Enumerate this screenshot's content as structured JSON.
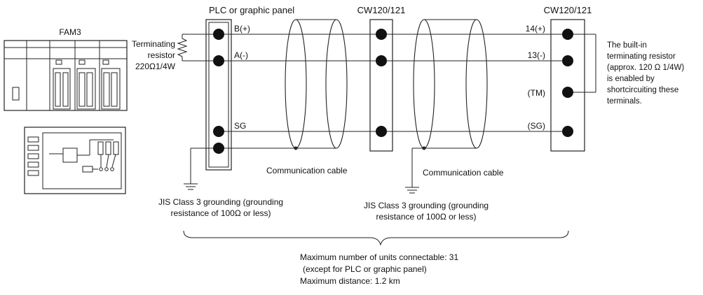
{
  "labels": {
    "fam3": "FAM3",
    "plc_panel": "PLC or graphic panel",
    "cw_mid": "CW120/121",
    "cw_right": "CW120/121",
    "term_resistor_l1": "Terminating",
    "term_resistor_l2": "resistor",
    "term_resistor_l3": "220Ω1/4W",
    "plc_b": "B(+)",
    "plc_a": "A(-)",
    "plc_sg": "SG",
    "cw_14": "14(+)",
    "cw_13": "13(-)",
    "cw_tm": "(TM)",
    "cw_sg": "(SG)",
    "builtin_l1": "The built-in",
    "builtin_l2": "terminating resistor",
    "builtin_l3": "(approx. 120 Ω 1/4W)",
    "builtin_l4": "is enabled by",
    "builtin_l5": "shortcircuiting these",
    "builtin_l6": "terminals.",
    "cable1": "Communication cable",
    "cable2": "Communication cable",
    "ground1_l1": "JIS Class 3 grounding (grounding",
    "ground1_l2": "resistance of 100Ω or less)",
    "ground2_l1": "JIS Class 3 grounding (grounding",
    "ground2_l2": "resistance of 100Ω or less)",
    "max_units": "Maximum number of units connectable: 31",
    "except": "(except for PLC or graphic panel)",
    "max_dist": "Maximum distance: 1.2 km"
  }
}
